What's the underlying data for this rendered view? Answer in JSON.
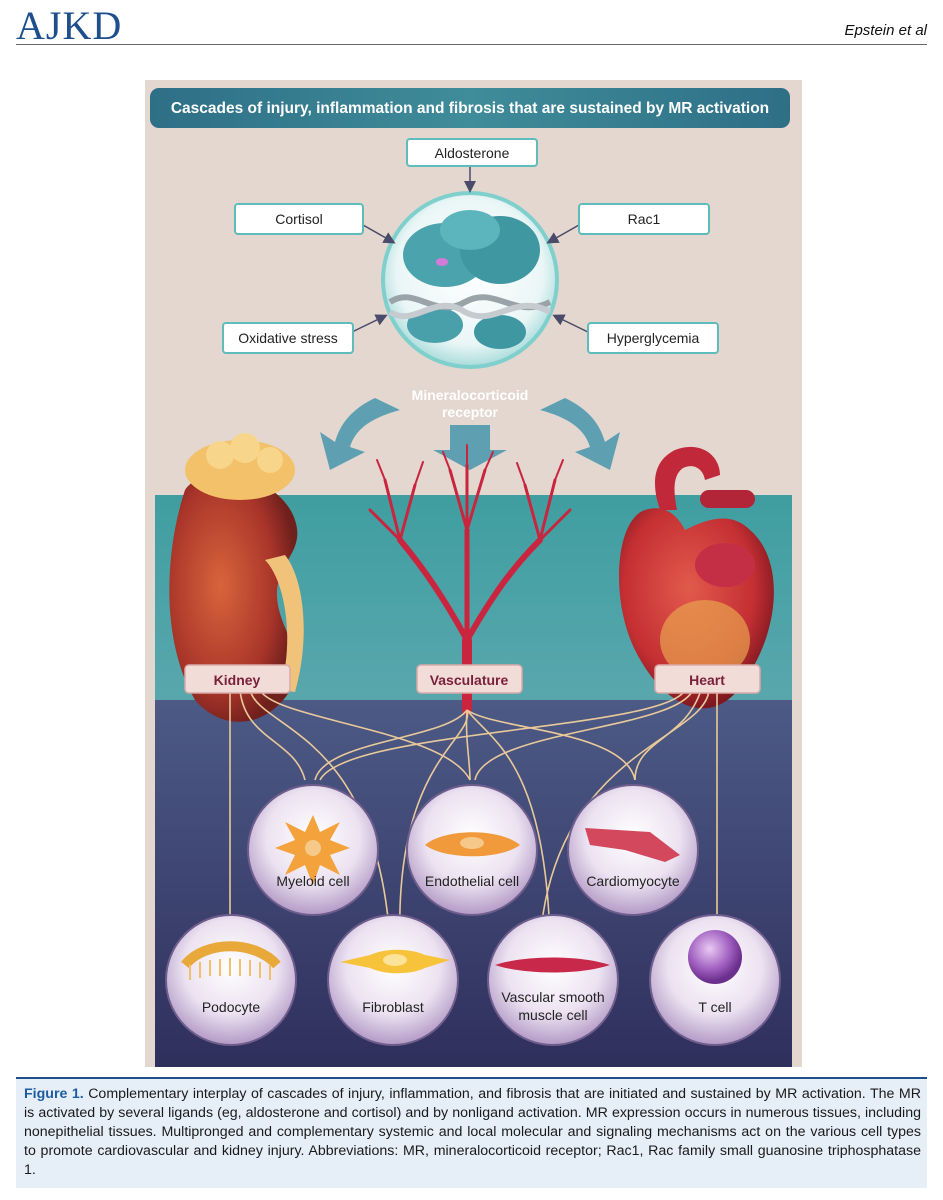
{
  "journal": "AJKD",
  "authors": "Epstein et al",
  "figure": {
    "title": "Cascades of injury, inflammation and fibrosis that are sustained by MR activation",
    "ligands": {
      "top": "Aldosterone",
      "left_upper": "Cortisol",
      "right_upper": "Rac1",
      "left_lower": "Oxidative stress",
      "right_lower": "Hyperglycemia"
    },
    "receptor_label_line1": "Mineralocorticoid",
    "receptor_label_line2": "receptor",
    "organs": {
      "kidney": "Kidney",
      "vasculature": "Vasculature",
      "heart": "Heart"
    },
    "cells": {
      "myeloid": "Myeloid cell",
      "endothelial": "Endothelial cell",
      "cardiomyocyte": "Cardiomyocyte",
      "podocyte": "Podocyte",
      "fibroblast": "Fibroblast",
      "vsmc_line1": "Vascular smooth",
      "vsmc_line2": "muscle cell",
      "tcell": "T cell"
    }
  },
  "caption": {
    "label": "Figure 1.",
    "text": "Complementary interplay of cascades of injury, inflammation, and fibrosis that are initiated and sustained by MR activation. The MR is activated by several ligands (eg, aldosterone and cortisol) and by nonligand activation. MR expression occurs in numerous tissues, including nonepithelial tissues. Multipronged and complementary systemic and local molecular and signaling mechanisms act on the various cell types to promote cardiovascular and kidney injury. Abbreviations: MR, mineralocorticoid receptor; Rac1, Rac family small guanosine triphosphatase 1."
  }
}
